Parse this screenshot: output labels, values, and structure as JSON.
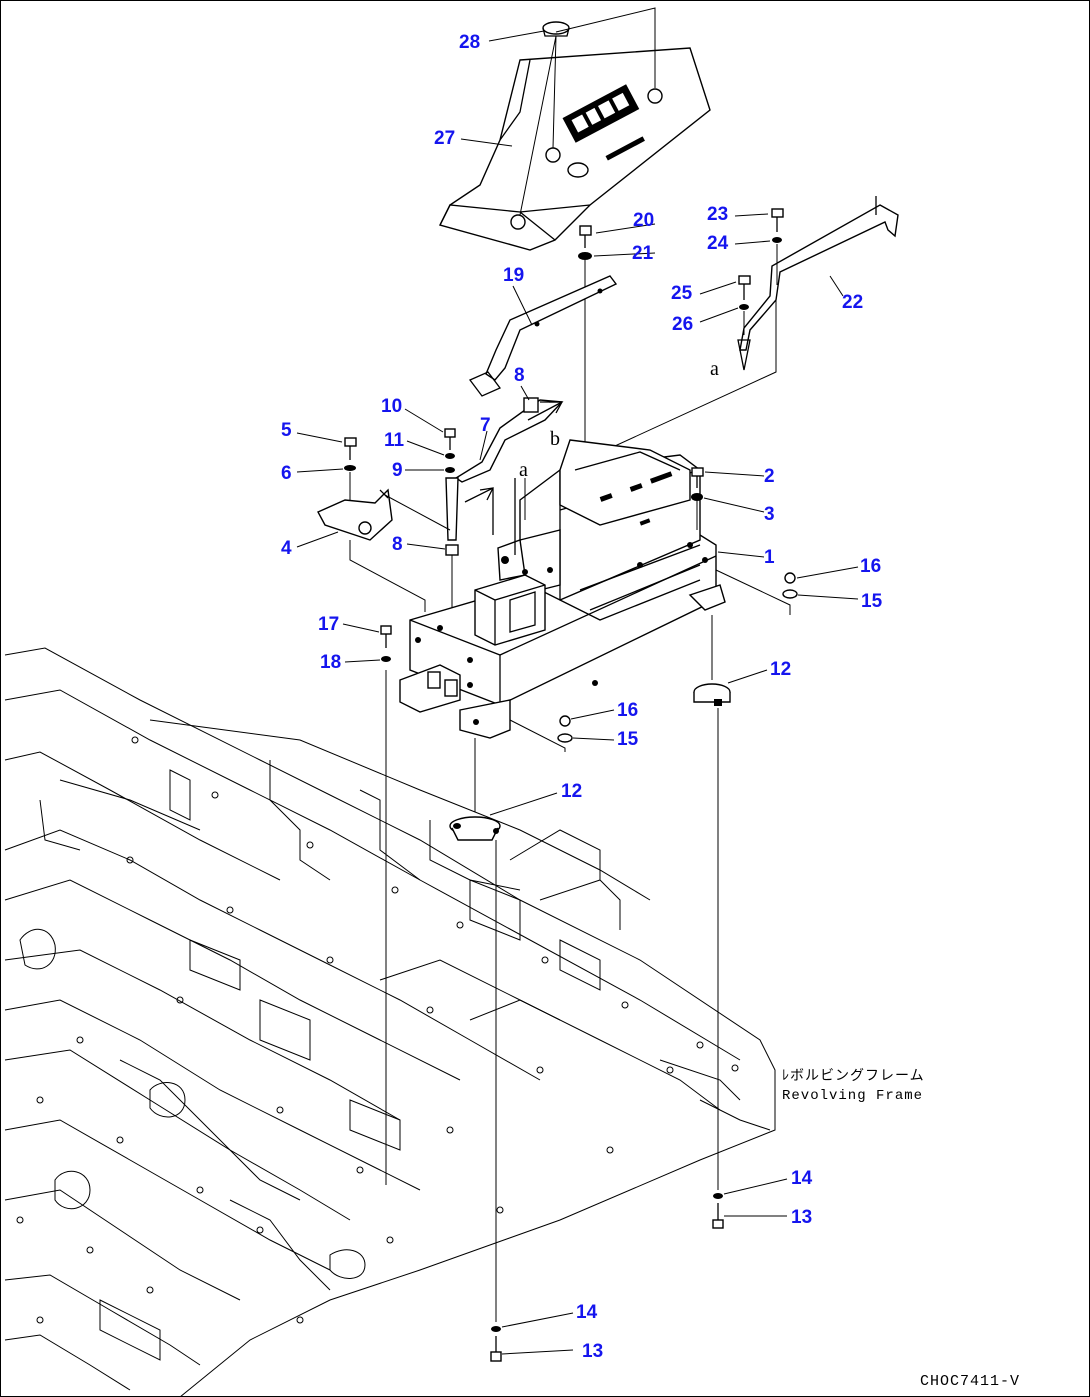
{
  "callouts": [
    {
      "id": "c28",
      "label": "28"
    },
    {
      "id": "c27",
      "label": "27"
    },
    {
      "id": "c20",
      "label": "20"
    },
    {
      "id": "c21",
      "label": "21"
    },
    {
      "id": "c19",
      "label": "19"
    },
    {
      "id": "c23",
      "label": "23"
    },
    {
      "id": "c24",
      "label": "24"
    },
    {
      "id": "c25",
      "label": "25"
    },
    {
      "id": "c26",
      "label": "26"
    },
    {
      "id": "c22",
      "label": "22"
    },
    {
      "id": "c8a",
      "label": "8"
    },
    {
      "id": "c10",
      "label": "10"
    },
    {
      "id": "c7",
      "label": "7"
    },
    {
      "id": "c11",
      "label": "11"
    },
    {
      "id": "c9",
      "label": "9"
    },
    {
      "id": "c5",
      "label": "5"
    },
    {
      "id": "c6",
      "label": "6"
    },
    {
      "id": "c4",
      "label": "4"
    },
    {
      "id": "c8b",
      "label": "8"
    },
    {
      "id": "c2",
      "label": "2"
    },
    {
      "id": "c3",
      "label": "3"
    },
    {
      "id": "c1",
      "label": "1"
    },
    {
      "id": "c16a",
      "label": "16"
    },
    {
      "id": "c15a",
      "label": "15"
    },
    {
      "id": "c17",
      "label": "17"
    },
    {
      "id": "c18",
      "label": "18"
    },
    {
      "id": "c12a",
      "label": "12"
    },
    {
      "id": "c16b",
      "label": "16"
    },
    {
      "id": "c15b",
      "label": "15"
    },
    {
      "id": "c12b",
      "label": "12"
    },
    {
      "id": "c14a",
      "label": "14"
    },
    {
      "id": "c13a",
      "label": "13"
    },
    {
      "id": "c14b",
      "label": "14"
    },
    {
      "id": "c13b",
      "label": "13"
    }
  ],
  "letters": {
    "a1": "a",
    "a2": "a",
    "b1": "b",
    "b2": "b"
  },
  "frame_note": {
    "line1": "ﾚボルビングフレーム",
    "line2": "Revolving Frame"
  },
  "drawing_code": "CHOC7411-V",
  "colors": {
    "callout": "#1515ee",
    "line": "#000000"
  }
}
